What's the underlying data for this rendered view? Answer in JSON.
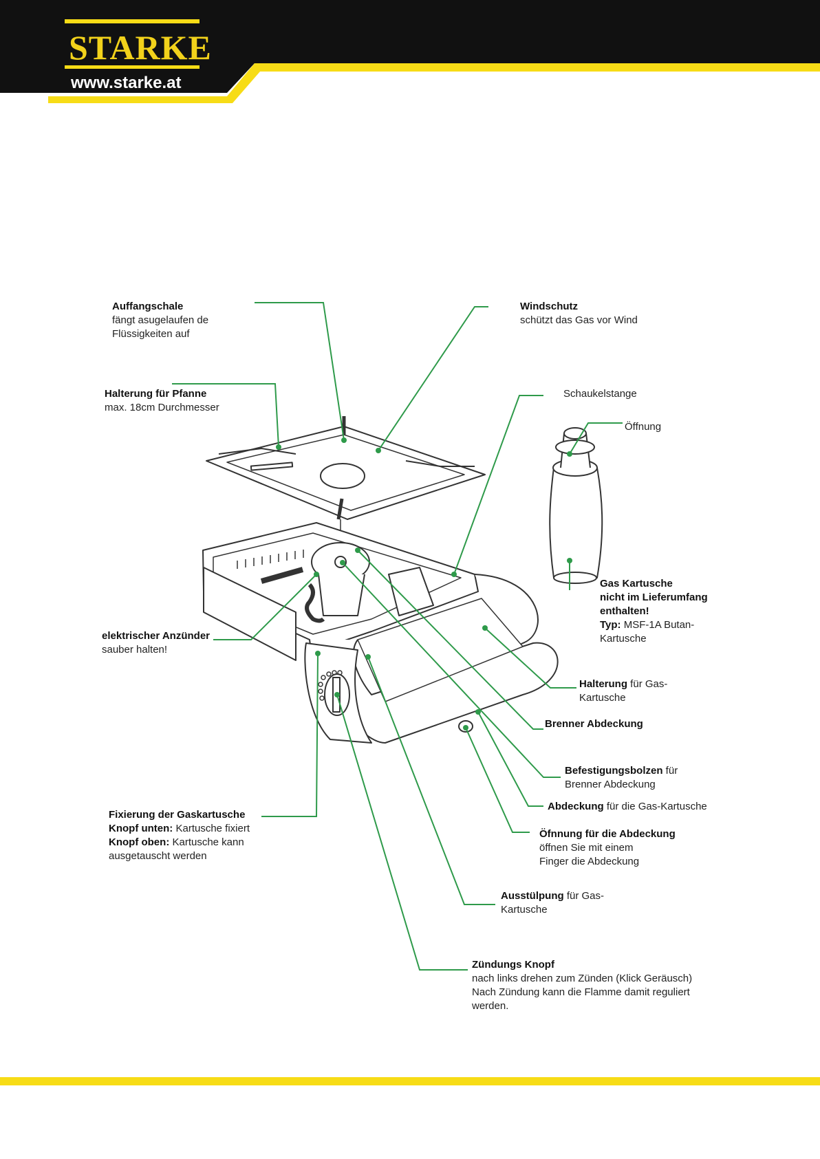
{
  "header": {
    "brand": "STARKE",
    "url": "www.starke.at",
    "colors": {
      "bar": "#111111",
      "accent": "#f7dc16"
    }
  },
  "labels": {
    "auffangschale": {
      "title": "Auffangschale",
      "line1": "fängt asugelaufen de",
      "line2": "Flüssigkeiten auf"
    },
    "windschutz": {
      "title": "Windschutz",
      "line1": "schützt das Gas vor Wind"
    },
    "halterung_pfanne": {
      "title": "Halterung für Pfanne",
      "line1": "max. 18cm Durchmesser"
    },
    "schaukelstange": {
      "title": "Schaukelstange"
    },
    "oeffnung": {
      "title": "Öffnung"
    },
    "gas_kartusche": {
      "title": "Gas Kartusche",
      "line1": "nicht im Lieferumfang",
      "line2": "enthalten!",
      "typ_label": "Typ:",
      "typ_value": " MSF-1A Butan-",
      "line4": "Kartusche"
    },
    "anzuender": {
      "title": "elektrischer Anzünder",
      "line1": "sauber halten!"
    },
    "halterung_gas": {
      "title": "Halterung",
      "rest": " für Gas-",
      "line1": "Kartusche"
    },
    "brenner_abdeckung": {
      "title": "Brenner Abdeckung"
    },
    "befestigungsbolzen": {
      "title": "Befestigungsbolzen",
      "rest": " für",
      "line1": "Brenner Abdeckung"
    },
    "abdeckung_gas": {
      "title": "Abdeckung",
      "rest": " für die Gas-Kartusche"
    },
    "fixierung": {
      "title": "Fixierung der Gaskartusche",
      "k1_label": "Knopf unten:",
      "k1_value": " Kartusche fixiert",
      "k2_label": "Knopf oben:",
      "k2_value": " Kartusche kann",
      "line3": "ausgetauscht werden"
    },
    "oeffnung_abdeckung": {
      "title": "Öfnnung für die Abdeckung",
      "line1": "öffnen Sie mit einem",
      "line2": "Finger die Abdeckung"
    },
    "ausstuelpung": {
      "title": "Ausstülpung",
      "rest": " für Gas-",
      "line1": "Kartusche"
    },
    "zuendungs_knopf": {
      "title": "Zündungs Knopf",
      "line1": "nach links drehen zum Zünden (Klick Geräusch)",
      "line2": "Nach Zündung kann die Flamme damit reguliert",
      "line3": "werden."
    }
  },
  "colors": {
    "leader": "#2e9a4a",
    "outline": "#333333"
  }
}
